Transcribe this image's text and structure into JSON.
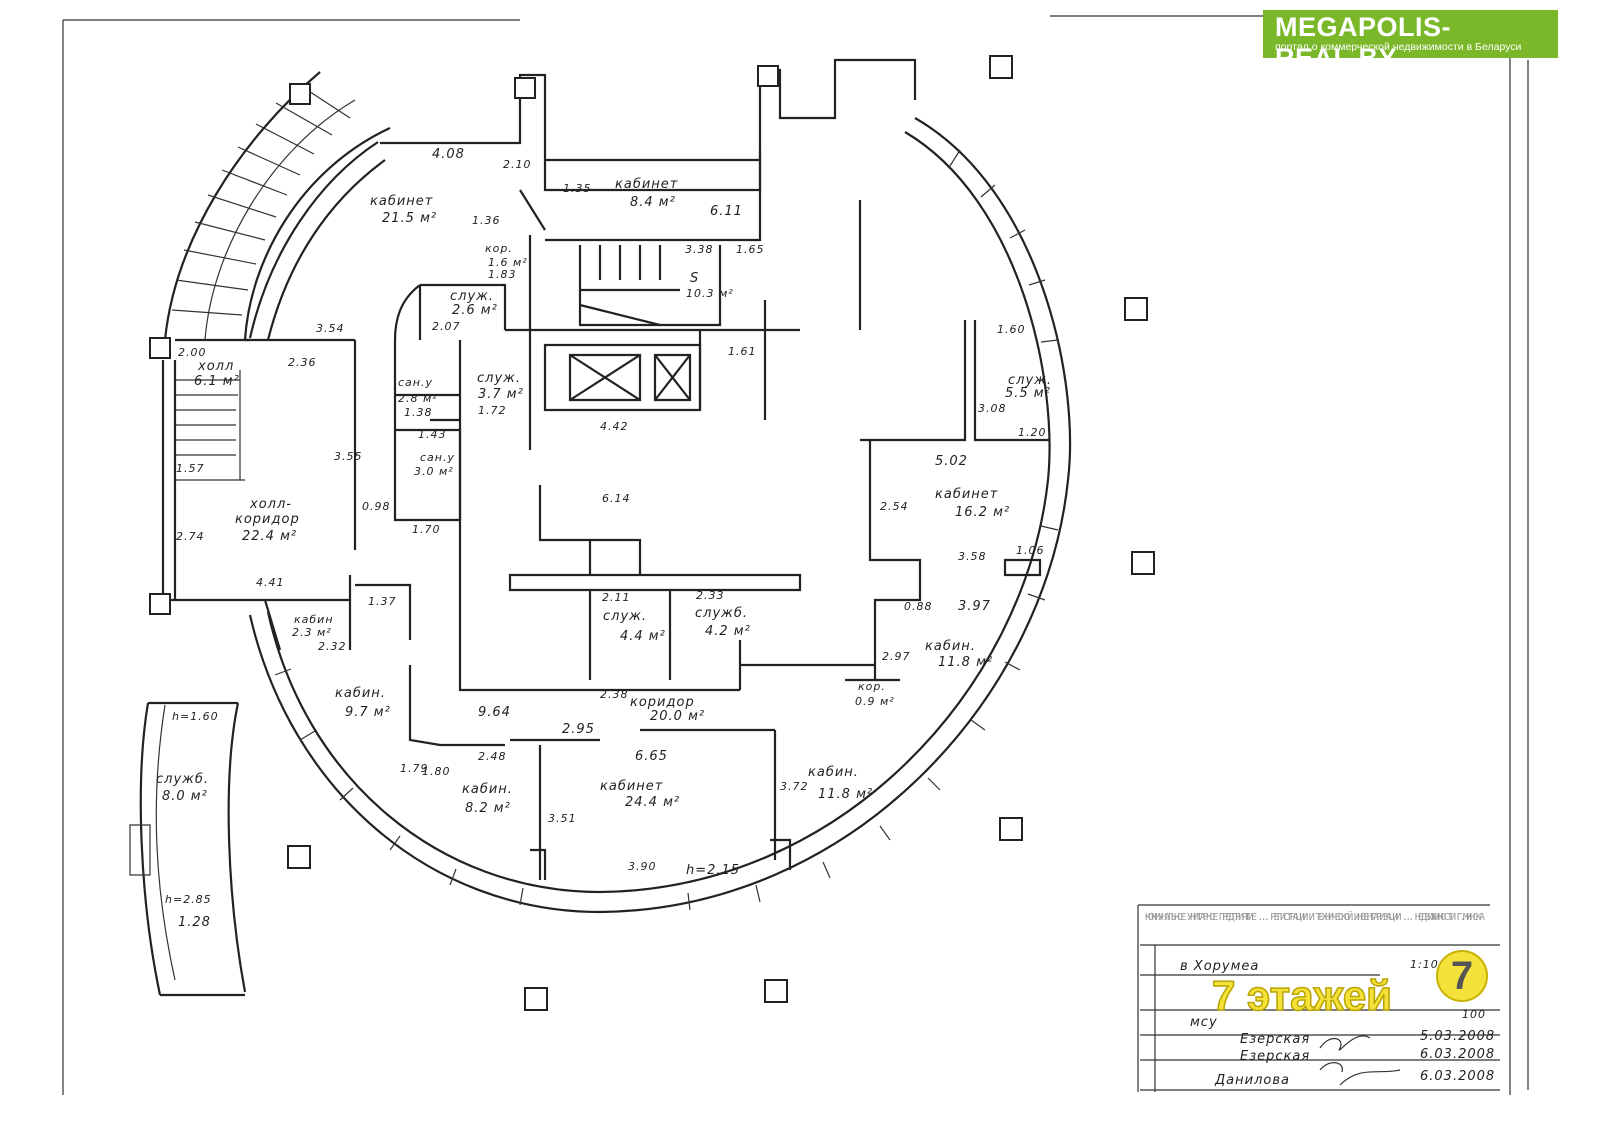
{
  "logo": {
    "title": "MEGAPOLIS-REAL.BY",
    "subtitle": "портал о коммерческой недвижимости в Беларуси",
    "color": "#7ab829"
  },
  "overlay": {
    "floors": "7 этажей",
    "badge": "7",
    "color": "#f4e23a"
  },
  "labels": [
    "4.08",
    "кабинет",
    "21.5 м²",
    "кабинет",
    "8.4 м²",
    "6.11",
    "2.10",
    "1.35",
    "кор.",
    "1.6 м²",
    "1.83",
    "1.36",
    "служ.",
    "2.6 м²",
    "2.07",
    "S",
    "10.3 м²",
    "3.38",
    "1.65",
    "3.54",
    "2.36",
    "2.00",
    "холл",
    "6.1 м²",
    "1.57",
    "сан.у",
    "2.8 м²",
    "1.38",
    "1.43",
    "сан.у",
    "3.0 м²",
    "служ.",
    "3.7 м²",
    "1.72",
    "4.42",
    "1.61",
    "6.14",
    "холл-",
    "коридор",
    "22.4 м²",
    "0.98",
    "1.70",
    "2.74",
    "3.55",
    "1.60",
    "служ.",
    "5.5 м²",
    "3.08",
    "1.20",
    "5.02",
    "кабинет",
    "16.2 м²",
    "2.54",
    "3.58",
    "1.06",
    "0.88",
    "3.97",
    "кабин.",
    "11.8 м²",
    "4.41",
    "кабин",
    "2.3 м²",
    "1.37",
    "2.32",
    "кабин.",
    "9.7 м²",
    "2.11",
    "2.33",
    "служ.",
    "4.4 м²",
    "служб.",
    "4.2 м²",
    "2.38",
    "коридор",
    "20.0 м²",
    "9.64",
    "2.95",
    "6.65",
    "2.48",
    "кабин.",
    "8.2 м²",
    "кабинет",
    "24.4 м²",
    "3.51",
    "3.90",
    "h=2.15",
    "кабин.",
    "11.8 м²",
    "кор.",
    "0.9 м²",
    "3.72",
    "1.79",
    "1.80",
    "h=1.60",
    "служб.",
    "8.0 м²",
    "h=2.85",
    "1.28",
    "2.97"
  ],
  "stamp": {
    "header": "КОММУНАЛЬНОЕ УНИТАРНОЕ ПРЕДПРИЯТИЕ ... РЕГИСТРАЦИИ И ТЕХНИЧЕСКОЙ ИНВЕНТАРИЗАЦИИ ... НЕДВИЖИМОСТИ Г.МИНСКА",
    "address": "в Хорумеа",
    "scale_top": "1:100",
    "scale": "100",
    "unit": "мсу",
    "rows": [
      {
        "name": "Езерская",
        "date": "5.03.2008"
      },
      {
        "name": "Езерская",
        "date": "6.03.2008"
      },
      {
        "name": "Данилова",
        "date": "6.03.2008"
      }
    ]
  }
}
